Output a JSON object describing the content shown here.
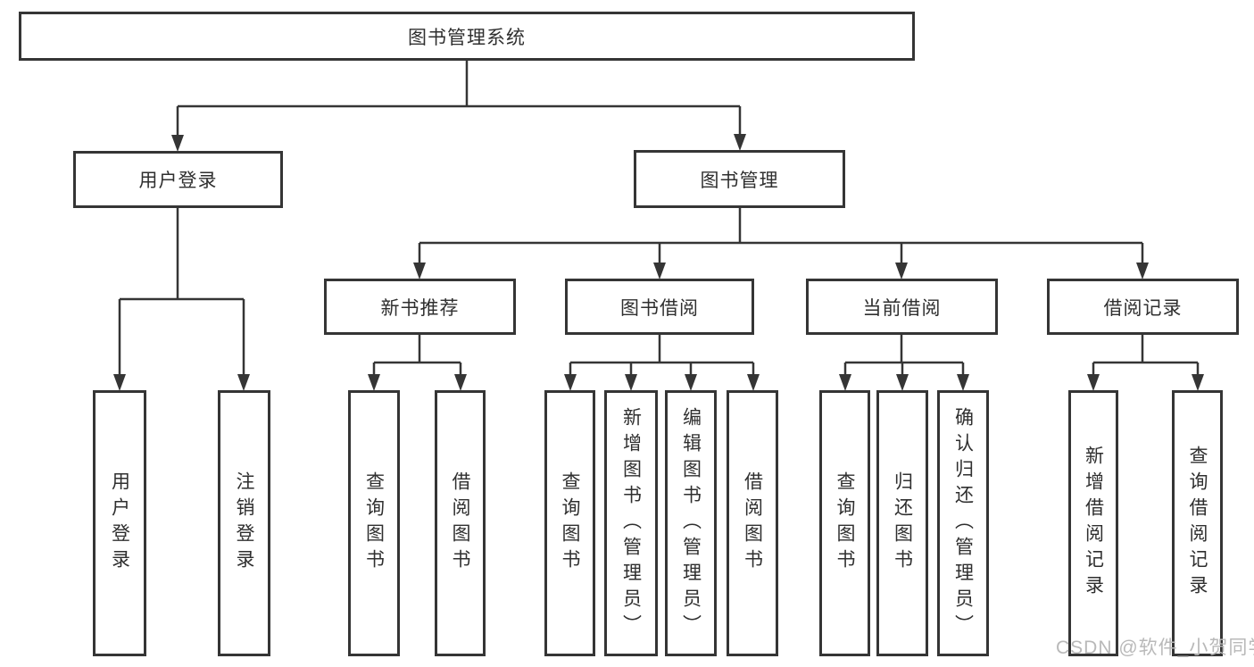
{
  "diagram": {
    "root": {
      "label": "图书管理系统"
    },
    "level2": [
      {
        "label": "用户登录"
      },
      {
        "label": "图书管理"
      }
    ],
    "level3": [
      {
        "label": "新书推荐"
      },
      {
        "label": "图书借阅"
      },
      {
        "label": "当前借阅"
      },
      {
        "label": "借阅记录"
      }
    ],
    "leaves": {
      "user_login": [
        "用户登录",
        "注销登录"
      ],
      "new_book_recommend": [
        "查询图书",
        "借阅图书"
      ],
      "book_borrow": [
        "查询图书",
        "新增图书（管理员）",
        "编辑图书（管理员）",
        "借阅图书"
      ],
      "current_borrow": [
        "查询图书",
        "归还图书",
        "确认归还（管理员）"
      ],
      "borrow_records": [
        "新增借阅记录",
        "查询借阅记录"
      ]
    }
  },
  "watermark": {
    "text": "CSDN @软件_小贺同学"
  },
  "colors": {
    "line": "#353535",
    "text": "#2f2f2f",
    "watermark": "#b9b9b9",
    "background": "#ffffff"
  }
}
